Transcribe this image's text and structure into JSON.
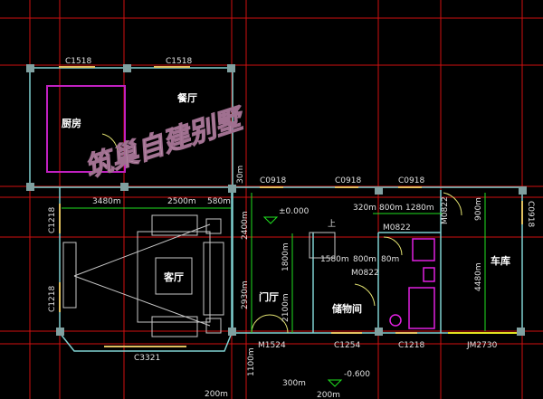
{
  "colors": {
    "background": "#000000",
    "grid": "#d01010",
    "wall": "#7fd0d0",
    "dimension": "#20e020",
    "window": "#e0c060",
    "fixture": "#e020e0",
    "furniture": "#c8c8c8",
    "door": "#e0e070"
  },
  "watermark": "筑巢自建别墅",
  "rooms": {
    "kitchen": "厨房",
    "dining": "餐厅",
    "living": "客厅",
    "foyer": "门厅",
    "storage": "储物间",
    "garage": "车库"
  },
  "windows": {
    "kitchen_top": "C1518",
    "dining_top": "C1518",
    "living_left_top": "C1218",
    "living_left_bottom": "C1218",
    "living_bottom": "C3321",
    "top_1": "C0918",
    "top_2": "C0918",
    "top_3": "C0918",
    "garage_right": "C0918",
    "storage_bottom": "C1254",
    "bath_bottom": "C1218"
  },
  "doors": {
    "entry": "M1524",
    "stair": "M0822",
    "bath_top": "M0822",
    "garage_side": "M0822",
    "garage": "JM2730"
  },
  "dimensions": {
    "d3480": "3480m",
    "d2500": "2500m",
    "d580": "580m",
    "d2400": "2400m",
    "d2930": "2930m",
    "d1800": "1800m",
    "d2100": "2100m",
    "d320": "320m",
    "d800a": "800m",
    "d1280": "1280m",
    "d900": "900m",
    "d4480": "4480m",
    "d1580": "1580m",
    "d800b": "800m",
    "d80": "80m",
    "d30": "30m",
    "d200a": "200m",
    "d300": "300m",
    "d200b": "200m",
    "d1100": "1100m"
  },
  "levels": {
    "floor": "±0.000",
    "outside": "-0.600"
  },
  "stair_label": "上"
}
